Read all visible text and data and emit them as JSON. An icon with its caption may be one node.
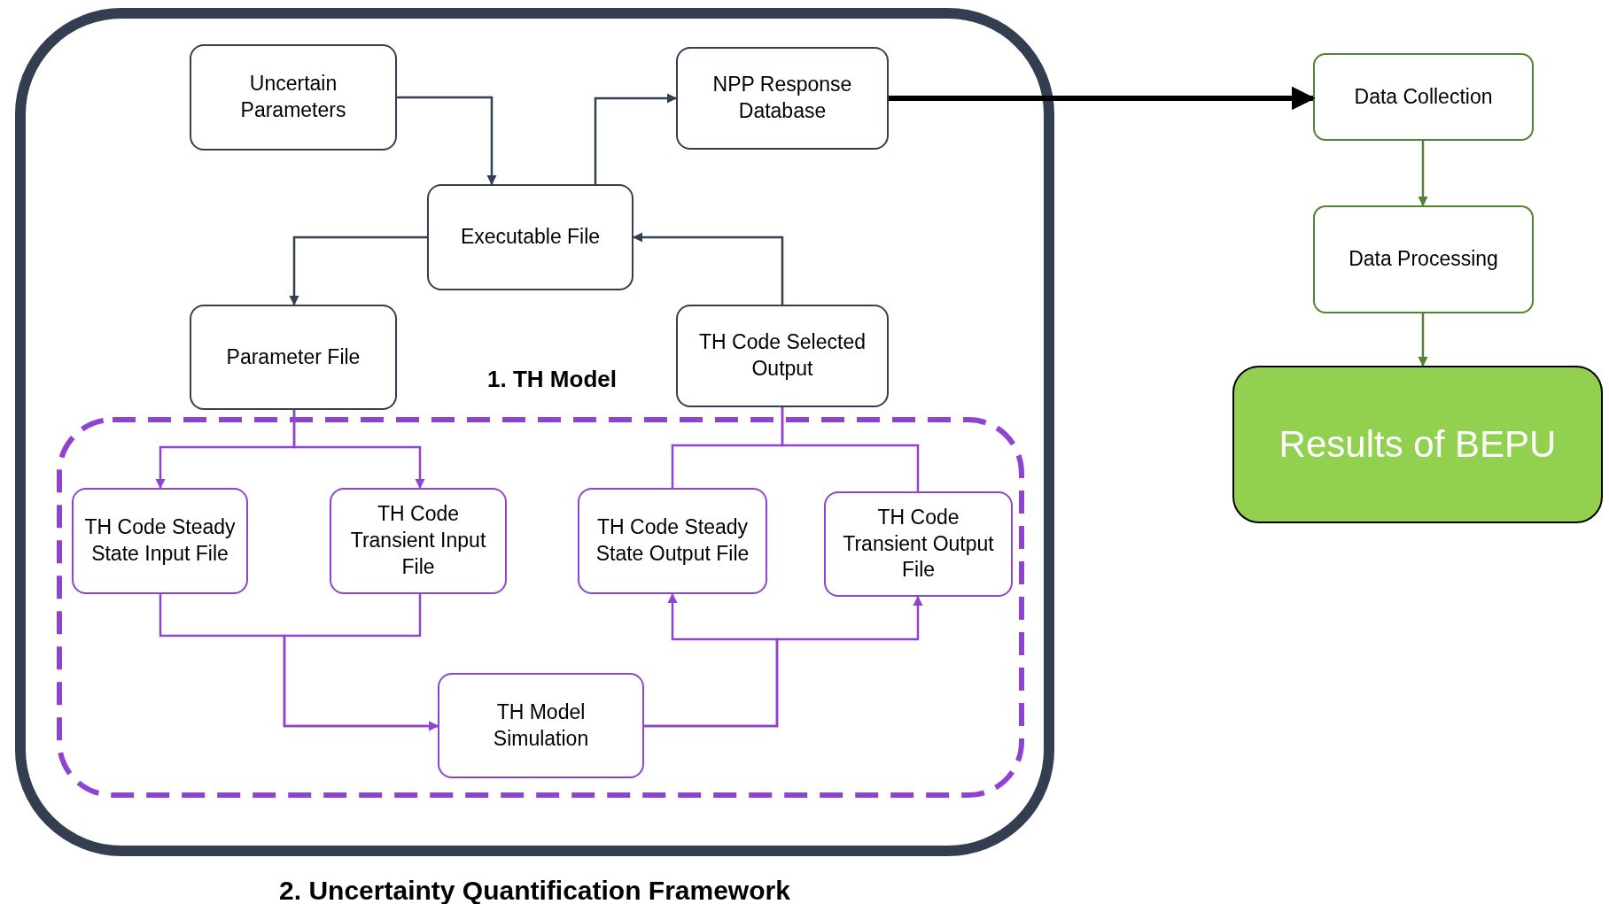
{
  "diagram": {
    "nodes": [
      {
        "text": [
          "2. Uncertainty Quantification Framework"
        ]
      },
      {
        "text": [
          "1. TH Model"
        ],
        "in": 0
      },
      {
        "text": [
          "Uncertain Parameters"
        ],
        "in": 0
      },
      {
        "text": [
          "NPP Response Database"
        ],
        "in": 0
      },
      {
        "text": [
          "Executable File"
        ],
        "in": 0
      },
      {
        "text": [
          "Parameter File"
        ],
        "in": 0
      },
      {
        "text": [
          "TH Code Selected Output"
        ],
        "in": 0
      },
      {
        "text": [
          "TH Code Steady State Input File"
        ],
        "in": 1
      },
      {
        "text": [
          "TH Code Transient Input File"
        ],
        "in": 1
      },
      {
        "text": [
          "TH Code Steady State Output File"
        ],
        "in": 1
      },
      {
        "text": [
          "TH Code Transient Output File"
        ],
        "in": 1
      },
      {
        "text": [
          "TH Model Simulation"
        ],
        "in": 1
      },
      {
        "text": [
          "Data Collection"
        ]
      },
      {
        "text": [
          "Data Processing"
        ]
      },
      {
        "text": [
          "Results of BEPU"
        ]
      }
    ],
    "edges": [
      {
        "from": 2,
        "to": 4,
        "arrow": "to",
        "color": "#333f50"
      },
      {
        "from": 4,
        "to": 3,
        "arrow": "to",
        "color": "#333f50"
      },
      {
        "from": 6,
        "to": 4,
        "arrow": "to",
        "color": "#333f50"
      },
      {
        "from": 4,
        "to": 5,
        "arrow": "to",
        "color": "#333f50"
      },
      {
        "from": 3,
        "to": 12,
        "arrow": "to",
        "style": "thick",
        "color": "#000000"
      },
      {
        "from": 12,
        "to": 13,
        "arrow": "to",
        "color": "#548235"
      },
      {
        "from": 13,
        "to": 14,
        "arrow": "to",
        "color": "#548235"
      },
      {
        "from": 5,
        "to": 7,
        "arrow": "to"
      },
      {
        "from": 5,
        "to": 8,
        "arrow": "to"
      },
      {
        "from": 6,
        "to": 9,
        "arrow": "none"
      },
      {
        "from": 6,
        "to": 10,
        "arrow": "none"
      },
      {
        "from": 7,
        "to": 11,
        "arrow": "to"
      },
      {
        "from": 8,
        "to": 11,
        "arrow": "to"
      },
      {
        "from": 11,
        "to": 9,
        "arrow": "to"
      },
      {
        "from": 11,
        "to": 10,
        "arrow": "to"
      }
    ]
  }
}
